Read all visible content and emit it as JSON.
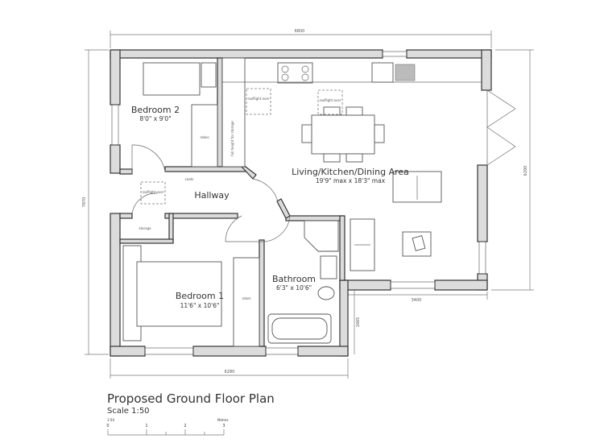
{
  "plan": {
    "title": "Proposed Ground Floor Plan",
    "scale": "Scale 1:50",
    "scale_bar": {
      "ratio": "1:50",
      "unit": "Metres",
      "ticks": [
        "0",
        "1",
        "2",
        "3"
      ]
    }
  },
  "rooms": {
    "bedroom2": {
      "name": "Bedroom 2",
      "size": "8'0\" x 9'0\""
    },
    "living": {
      "name": "Living/Kitchen/Dining Area",
      "size": "19'9\" max x 18'3\" max"
    },
    "hallway": {
      "name": "Hallway"
    },
    "bedroom1": {
      "name": "Bedroom 1",
      "size": "11'6\" x 10'6\""
    },
    "bathroom": {
      "name": "Bathroom",
      "size": "6'3\" x 10'6\""
    }
  },
  "notes": {
    "rooflight": "rooflight over",
    "robes": "robes",
    "storage_full": "full height for storage",
    "coats": "coats",
    "storage": "storage"
  },
  "dimensions": {
    "top": "6800",
    "left": "7870",
    "right": "6200",
    "bottom": "6280",
    "step_h": "3400",
    "step_v": "1665"
  }
}
